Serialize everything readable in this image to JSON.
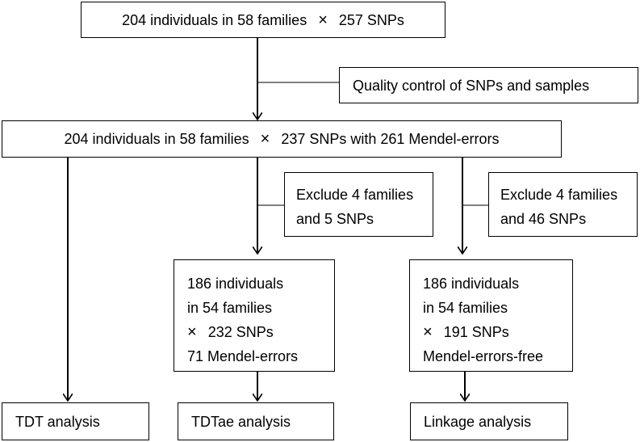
{
  "top_box": {
    "left": "204 individuals in 58 families",
    "symbol": "×",
    "right": "257 SNPs"
  },
  "qc_box": {
    "text": "Quality control of SNPs and samples"
  },
  "mid_box": {
    "left": "204 individuals in 58 families",
    "symbol": "×",
    "right": "237 SNPs with 261 Mendel-errors"
  },
  "exclude_left": {
    "line1": "Exclude 4 families",
    "line2": "and 5 SNPs"
  },
  "exclude_right": {
    "line1": "Exclude 4 families",
    "line2": "and 46 SNPs"
  },
  "box_tdtae": {
    "line1": "186 individuals",
    "line2": "in 54 families",
    "line3_symbol": "×",
    "line3_text": "232 SNPs",
    "line4": "71 Mendel-errors"
  },
  "box_linkage": {
    "line1": "186 individuals",
    "line2": "in 54 families",
    "line3_symbol": "×",
    "line3_text": "191 SNPs",
    "line4": "Mendel-errors-free"
  },
  "out_tdt": {
    "text": "TDT analysis"
  },
  "out_tdtae": {
    "text": "TDTae analysis"
  },
  "out_linkage": {
    "text": "Linkage analysis"
  }
}
